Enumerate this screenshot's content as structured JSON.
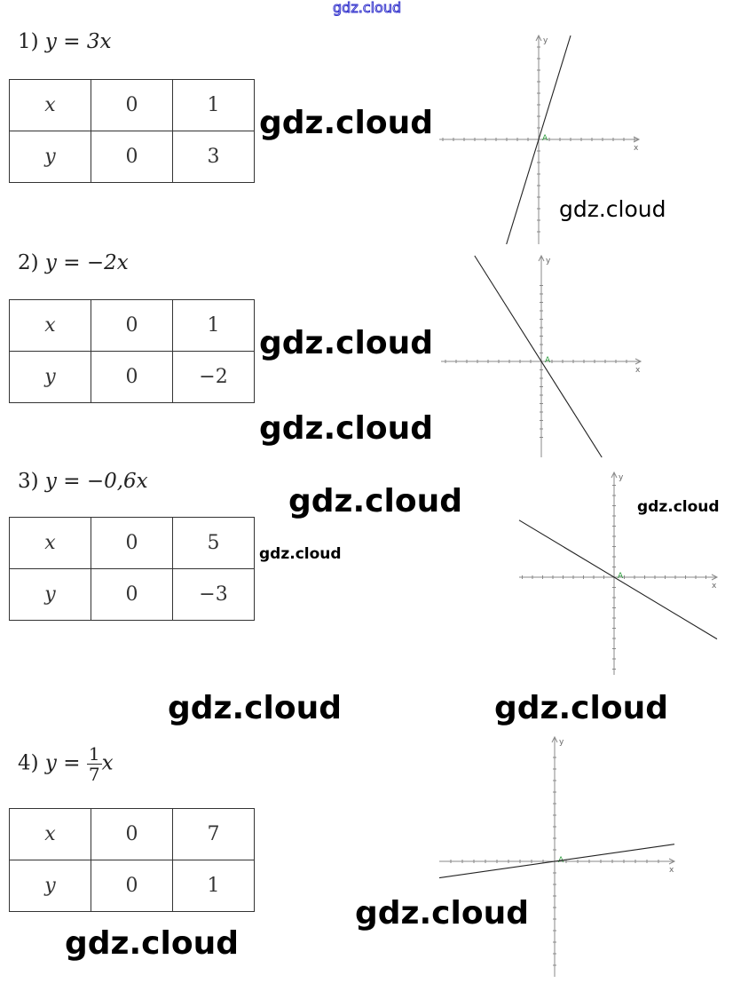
{
  "watermark": "gdz.cloud",
  "problems": [
    {
      "label": "1)",
      "lhs": "y",
      "eq": "=",
      "rhs": "3x",
      "x_header": "x",
      "y_header": "y",
      "x_values": [
        "0",
        "1"
      ],
      "y_values": [
        "0",
        "3"
      ],
      "slope": 3
    },
    {
      "label": "2)",
      "lhs": "y",
      "eq": "=",
      "rhs": "−2x",
      "x_header": "x",
      "y_header": "y",
      "x_values": [
        "0",
        "1"
      ],
      "y_values": [
        "0",
        "−2"
      ],
      "slope": -2
    },
    {
      "label": "3)",
      "lhs": "y",
      "eq": "=",
      "rhs": "−0,6x",
      "x_header": "x",
      "y_header": "y",
      "x_values": [
        "0",
        "5"
      ],
      "y_values": [
        "0",
        "−3"
      ],
      "slope": -0.6
    },
    {
      "label": "4)",
      "lhs": "y",
      "eq": "=",
      "frac_num": "1",
      "frac_den": "7",
      "rhs": "x",
      "x_header": "x",
      "y_header": "y",
      "x_values": [
        "0",
        "7"
      ],
      "y_values": [
        "0",
        "1"
      ],
      "slope": 0.142857
    }
  ],
  "graph": {
    "x_axis_label": "x",
    "y_axis_label": "y",
    "point_label": "A",
    "axis_color": "#888888",
    "line_color": "#222222",
    "point_color": "#2a9a3a",
    "range": [
      -9,
      9
    ]
  }
}
